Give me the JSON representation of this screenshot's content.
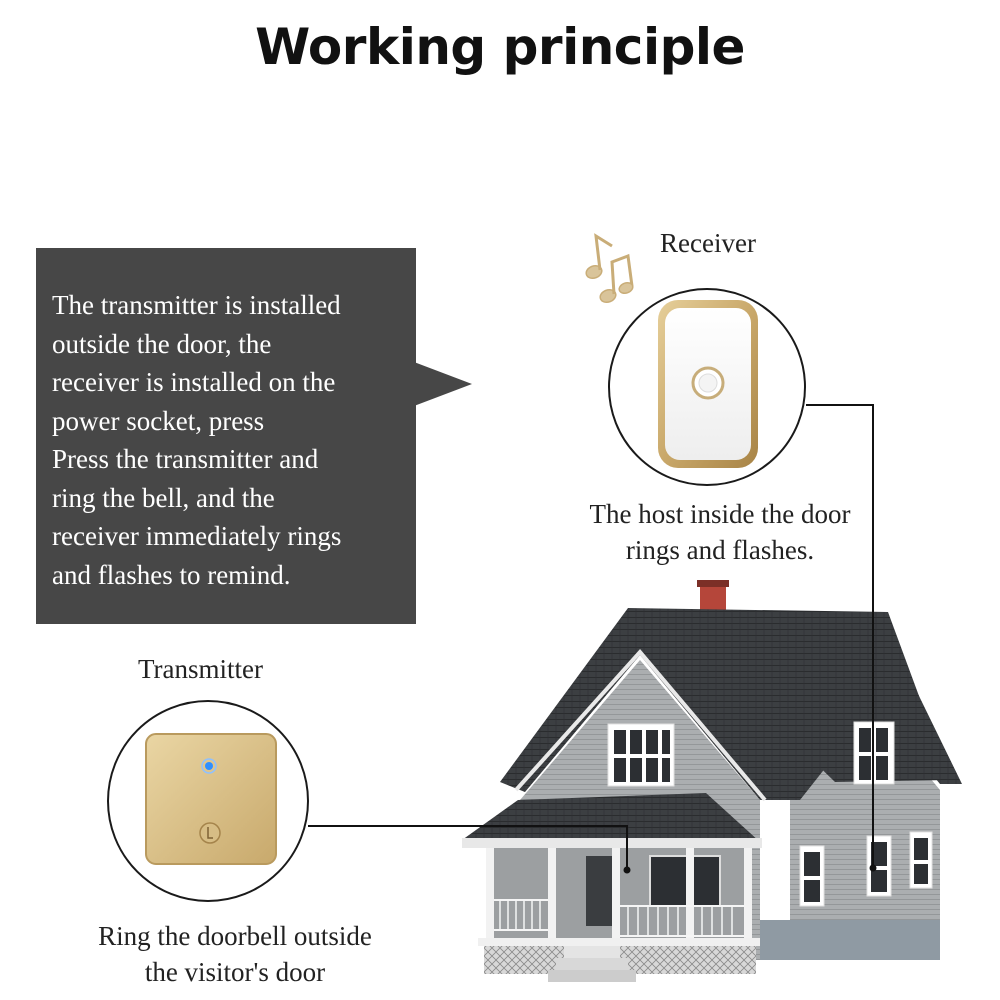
{
  "title": "Working principle",
  "description_lines": [
    "The transmitter is installed",
    "outside the door, the",
    "receiver is installed on the",
    "power socket, press",
    "Press the transmitter and",
    "ring the bell, and the",
    "receiver immediately rings",
    "and flashes to remind."
  ],
  "receiver": {
    "label": "Receiver",
    "caption_lines": [
      "The host inside the door",
      "rings and flashes."
    ]
  },
  "transmitter": {
    "label": "Transmitter",
    "caption_lines": [
      "Ring the doorbell outside",
      "the visitor's door"
    ]
  },
  "icons": [
    "music-notes-icon",
    "receiver-device",
    "transmitter-button",
    "house"
  ],
  "colors": {
    "bubble": "#474747",
    "gold": "#c9a86a",
    "roof": "#3a3d40",
    "siding": "#a9acad",
    "chimney": "#b5463a",
    "led": "#2f8fff"
  }
}
